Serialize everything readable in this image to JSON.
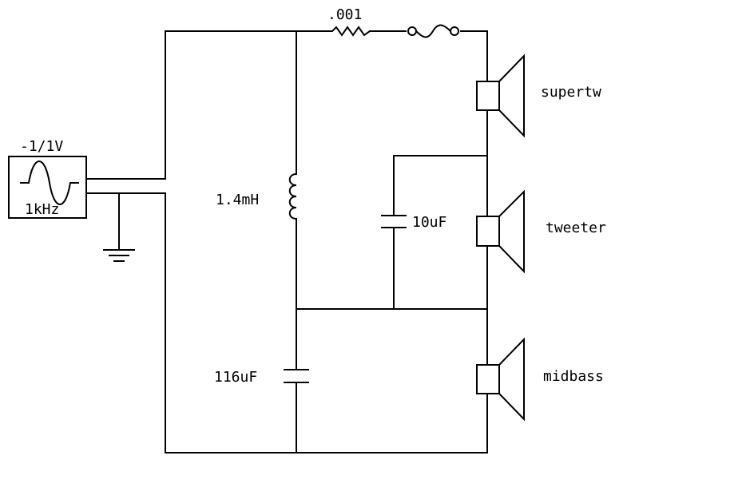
{
  "source": {
    "amplitude_label": "-1/1V",
    "frequency_label": "1kHz"
  },
  "components": {
    "resistor_label": ".001",
    "inductor_label": "1.4mH",
    "capacitor_tweeter_label": "10uF",
    "capacitor_midbass_label": "116uF"
  },
  "speakers": [
    {
      "label": "supertw"
    },
    {
      "label": "tweeter"
    },
    {
      "label": "midbass"
    }
  ]
}
